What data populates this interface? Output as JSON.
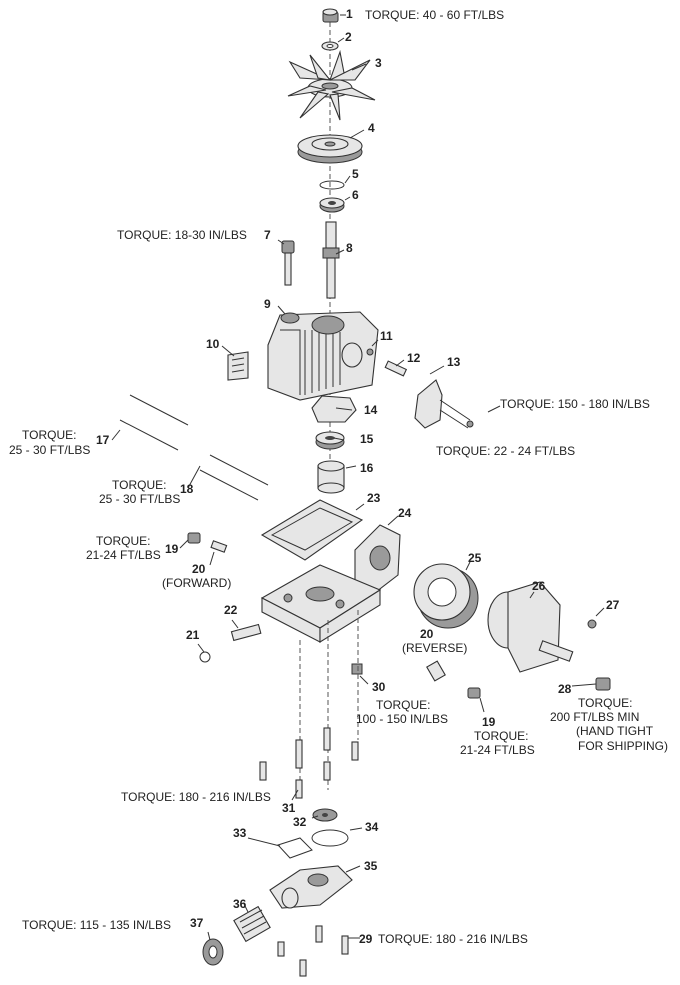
{
  "callouts": {
    "p1": "1",
    "p2": "2",
    "p3": "3",
    "p4": "4",
    "p5": "5",
    "p6": "6",
    "p7": "7",
    "p8": "8",
    "p9": "9",
    "p10": "10",
    "p11": "11",
    "p12": "12",
    "p13": "13",
    "p14": "14",
    "p15": "15",
    "p16": "16",
    "p17": "17",
    "p18": "18",
    "p19a": "19",
    "p19b": "19",
    "p20a": "20",
    "p20b": "20",
    "p21": "21",
    "p22": "22",
    "p23": "23",
    "p24": "24",
    "p25": "25",
    "p26": "26",
    "p27": "27",
    "p28": "28",
    "p29": "29",
    "p30": "30",
    "p31": "31",
    "p32": "32",
    "p33": "33",
    "p34": "34",
    "p35": "35",
    "p36": "36",
    "p37": "37"
  },
  "notes": {
    "t1": "TORQUE: 40 - 60 FT/LBS",
    "t7": "TORQUE: 18-30 IN/LBS",
    "t13": "TORQUE: 150 - 180 IN/LBS",
    "t13b": "TORQUE: 22 - 24 FT/LBS",
    "t17a": "TORQUE:",
    "t17b": "25 - 30 FT/LBS",
    "t18a": "TORQUE:",
    "t18b": "25 - 30 FT/LBS",
    "t19a1": "TORQUE:",
    "t19a2": "21-24 FT/LBS",
    "forward": "(FORWARD)",
    "reverse": "(REVERSE)",
    "t30a": "TORQUE:",
    "t30b": "100 - 150 IN/LBS",
    "t19b1": "TORQUE:",
    "t19b2": "21-24 FT/LBS",
    "t28a": "TORQUE:",
    "t28b": "200 FT/LBS MIN",
    "t28c": "(HAND TIGHT",
    "t28d": "FOR SHIPPING)",
    "t31": "TORQUE: 180 - 216 IN/LBS",
    "t37": "TORQUE: 115 - 135 IN/LBS",
    "t29": "TORQUE: 180 - 216 IN/LBS"
  }
}
